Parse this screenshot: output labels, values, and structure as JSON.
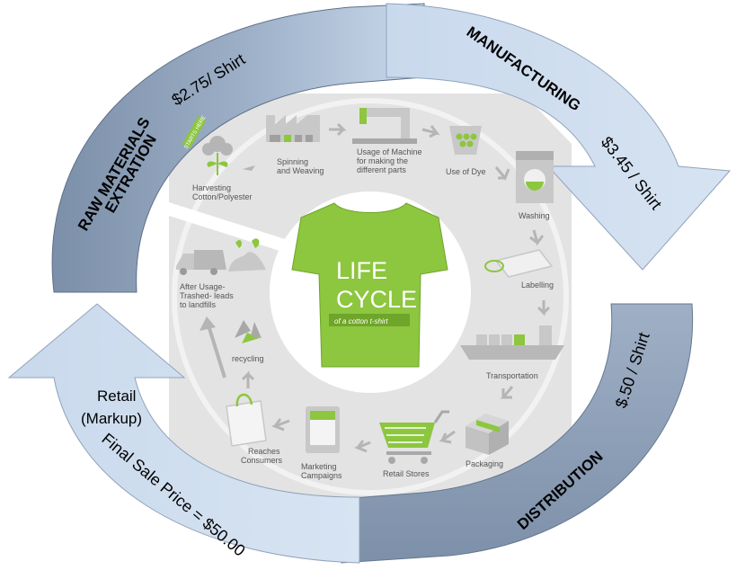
{
  "cycle": {
    "raw_materials": {
      "title_line1": "RAW MATERIALS",
      "title_line2": "EXTRATION",
      "price": "$2.75/ Shirt"
    },
    "manufacturing": {
      "title": "MANUFACTURING",
      "price": "$3.45 / Shirt"
    },
    "distribution": {
      "title": "DISTRIBUTION",
      "price": "$.50 / Shirt"
    },
    "retail": {
      "line1": "Retail",
      "line2": "(Markup)",
      "final_price": "Final Sale Price = $50.00"
    }
  },
  "center": {
    "title_line1": "LIFE",
    "title_line2": "CYCLE",
    "subtitle": "of a cotton t-shirt"
  },
  "badge": "STARTS HERE",
  "steps": {
    "harvesting": {
      "line1": "Harvesting",
      "line2": "Cotton/Polyester"
    },
    "spinning": {
      "line1": "Spinning",
      "line2": "and Weaving"
    },
    "machine": {
      "line1": "Usage of Machine",
      "line2": "for making the",
      "line3": "different parts"
    },
    "dye": {
      "line1": "Use of Dye"
    },
    "washing": {
      "line1": "Washing"
    },
    "labelling": {
      "line1": "Labelling"
    },
    "transportation": {
      "line1": "Transportation"
    },
    "packaging": {
      "line1": "Packaging"
    },
    "retail_stores": {
      "line1": "Retail Stores"
    },
    "marketing": {
      "line1": "Marketing",
      "line2": "Campaigns"
    },
    "consumers": {
      "line1": "Reaches",
      "line2": "Consumers"
    },
    "recycling": {
      "line1": "recycling"
    },
    "landfill": {
      "line1": "After Usage-",
      "line2": "Trashed- leads",
      "line3": "to landfills"
    }
  },
  "colors": {
    "accent_green": "#8DC63F",
    "arrow_light": "#C6D9EF",
    "arrow_dark": "#8497B0",
    "panel_gray": "#E3E3E3",
    "icon_gray": "#B5B5B5"
  }
}
